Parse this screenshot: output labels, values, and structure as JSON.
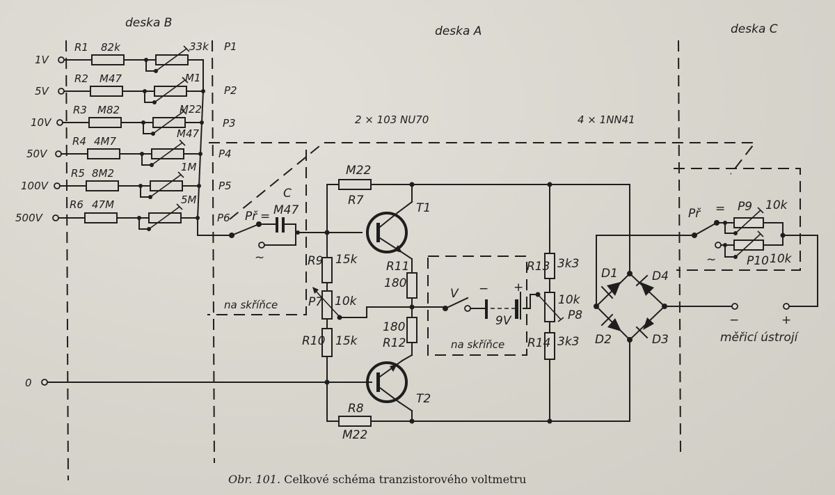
{
  "figure": {
    "caption_number": "Obr. 101.",
    "caption_text": " Celkové schéma tranzistorového voltmetru"
  },
  "boards": {
    "b": "deska B",
    "a": "deska A",
    "c": "deska C"
  },
  "parts_notes": {
    "transistors": "2 × 103 NU70",
    "diodes": "4 × 1NN41"
  },
  "inputs": [
    {
      "label": "1V",
      "resistor": "R1",
      "value": "82k",
      "trimmer": "33k",
      "position": "P1"
    },
    {
      "label": "5V",
      "resistor": "R2",
      "value": "M47",
      "trimmer": "M1",
      "position": "P2"
    },
    {
      "label": "10V",
      "resistor": "R3",
      "value": "M82",
      "trimmer": "M22",
      "position": "P3"
    },
    {
      "label": "50V",
      "resistor": "R4",
      "value": "4M7",
      "trimmer": "M47",
      "position": "P4"
    },
    {
      "label": "100V",
      "resistor": "R5",
      "value": "8M2",
      "trimmer": "1M",
      "position": "P5"
    },
    {
      "label": "500V",
      "resistor": "R6",
      "value": "47M",
      "trimmer": "5M",
      "position": "P6"
    }
  ],
  "ground_input": "0",
  "switch_pr": {
    "label": "Př",
    "dc_symbol": "=",
    "ac_symbol": "~"
  },
  "capacitor": {
    "name": "C",
    "value": "M47"
  },
  "components": {
    "R7": {
      "name": "R7",
      "value": "M22"
    },
    "R8": {
      "name": "R8",
      "value": "M22"
    },
    "R9": {
      "name": "R9",
      "value": "15k"
    },
    "R10": {
      "name": "R10",
      "value": "15k"
    },
    "P7": {
      "name": "P7",
      "value": "10k"
    },
    "R11": {
      "name": "R11",
      "value": "180"
    },
    "R12": {
      "name": "R12",
      "value": "180"
    },
    "R13": {
      "name": "R13",
      "value": "3k3"
    },
    "R14": {
      "name": "R14",
      "value": "3k3"
    },
    "P8": {
      "name": "P8",
      "value": "10k"
    },
    "P9": {
      "name": "P9",
      "value": "10k"
    },
    "P10": {
      "name": "P10",
      "value": "10k"
    },
    "T1": "T1",
    "T2": "T2",
    "D1": "D1",
    "D2": "D2",
    "D3": "D3",
    "D4": "D4"
  },
  "battery": {
    "switch": "V",
    "voltage": "9V",
    "minus": "−",
    "plus": "+"
  },
  "enclosure_note_1": "na skříňce",
  "enclosure_note_2": "na skříňce",
  "meter": {
    "label": "měřicí ústrojí",
    "minus": "−",
    "plus": "+"
  }
}
